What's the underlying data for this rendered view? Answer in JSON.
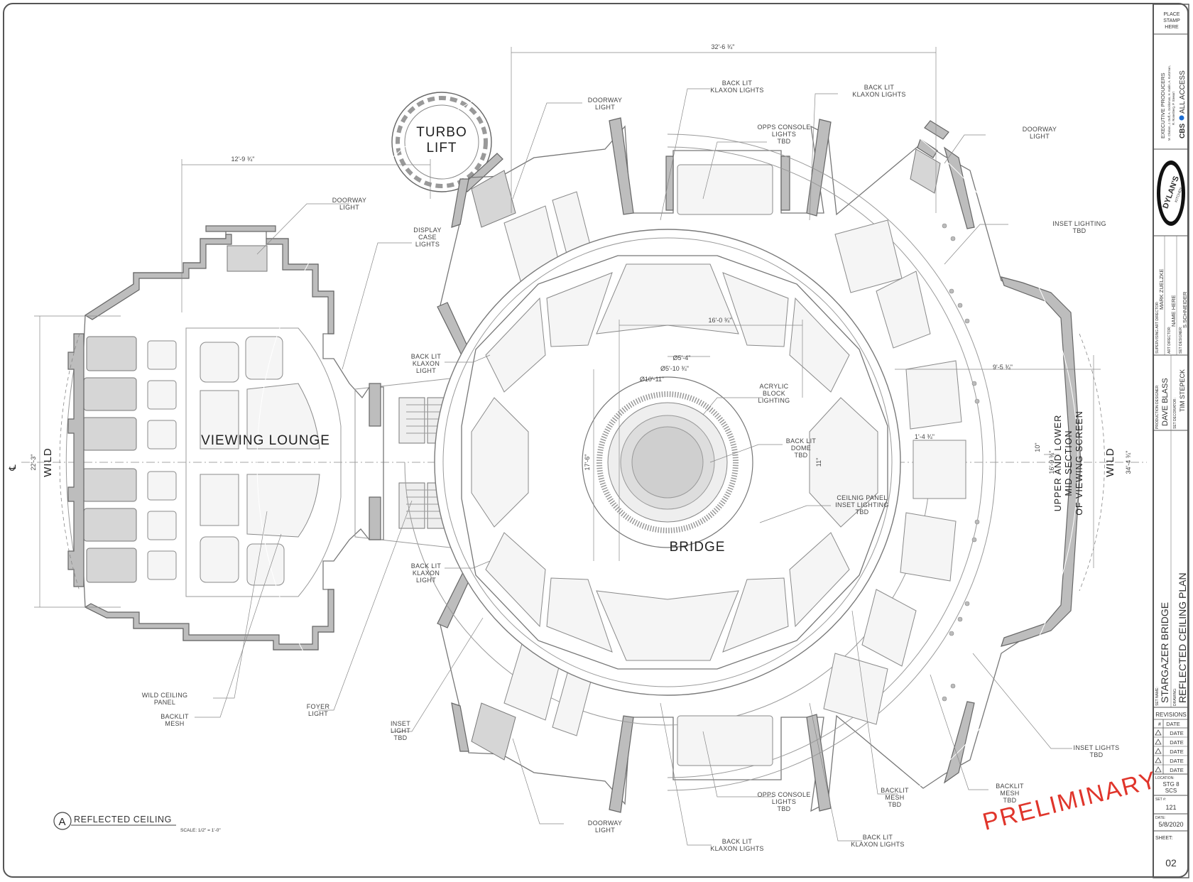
{
  "sheet": {
    "rooms": {
      "viewing_lounge": "VIEWING LOUNGE",
      "bridge": "BRIDGE",
      "turbo": "TURBO",
      "lift": "LIFT"
    },
    "wild_left": "WILD",
    "wild_right": "WILD",
    "viewing_screen": [
      "UPPER AND LOWER",
      "MID SECTION",
      "OF VIEWING SCREEN"
    ],
    "callouts": {
      "doorway_light_lounge": [
        "DOORWAY",
        "LIGHT"
      ],
      "display_case_lights": [
        "DISPLAY",
        "CASE",
        "LIGHTS"
      ],
      "back_lit_klaxon_left_upper": [
        "BACK LIT",
        "KLAXON",
        "LIGHT"
      ],
      "back_lit_klaxon_left_lower": [
        "BACK LIT",
        "KLAXON",
        "LIGHT"
      ],
      "doorway_light_turbo": [
        "DOORWAY",
        "LIGHT"
      ],
      "back_lit_klaxon_top1": [
        "BACK LIT",
        "KLAXON LIGHTS"
      ],
      "back_lit_klaxon_top2": [
        "BACK LIT",
        "KLAXON LIGHTS"
      ],
      "opps_console_top": [
        "OPPS CONSOLE",
        "LIGHTS",
        "TBD"
      ],
      "doorway_light_right": [
        "DOORWAY",
        "LIGHT"
      ],
      "inset_lighting_tbd": [
        "INSET LIGHTING",
        "TBD"
      ],
      "acrylic_block": [
        "ACRYLIC",
        "BLOCK",
        "LIGHTING"
      ],
      "back_lit_dome": [
        "BACK LIT",
        "DOME",
        "TBD"
      ],
      "ceiling_panel_inset": [
        "CEILNIG PANEL",
        "INSET LIGHTING",
        "TBD"
      ],
      "wild_ceiling_panel": [
        "WILD CEILING",
        "PANEL"
      ],
      "backlit_mesh_lounge": [
        "BACKLIT",
        "MESH"
      ],
      "foyer_light": [
        "FOYER",
        "LIGHT"
      ],
      "inset_light_tbd": [
        "INSET",
        "LIGHT",
        "TBD"
      ],
      "doorway_light_bottom": [
        "DOORWAY",
        "LIGHT"
      ],
      "back_lit_klaxon_bottom1": [
        "BACK LIT",
        "KLAXON LIGHTS"
      ],
      "back_lit_klaxon_bottom2": [
        "BACK LIT",
        "KLAXON LIGHTS"
      ],
      "opps_console_bottom": [
        "OPPS CONSOLE",
        "LIGHTS",
        "TBD"
      ],
      "backlit_mesh_bottom1": [
        "BACKLIT",
        "MESH",
        "TBD"
      ],
      "backlit_mesh_bottom2": [
        "BACKLIT",
        "MESH",
        "TBD"
      ],
      "inset_lights_tbd": [
        "INSET LIGHTS",
        "TBD"
      ]
    },
    "dimensions": {
      "top_width": "32'-6 ¾\"",
      "lounge_width": "12'-9 ¾\"",
      "lounge_height": "22'-3\"",
      "bridge_inner": "16'-0 ¾\"",
      "d1": "Ø5'-4\"",
      "d2": "Ø5'-10 ¾\"",
      "d3": "Ø10'-11\"",
      "bridge_height": "17'-6\"",
      "small_11": "11\"",
      "small_14": "1'-4 ¾\"",
      "r95": "9'-5 ¾\"",
      "r10": "10\"",
      "r169": "16'-9 ¾\"",
      "r344": "34'-4 ¾\""
    },
    "cl_left": "℄",
    "drawing_mark": "A",
    "drawing_title": "REFLECTED CEILING",
    "scale": "SCALE: 1/2\" = 1'-0\""
  },
  "title_block": {
    "stamp": [
      "PLACE",
      "STAMP",
      "HERE"
    ],
    "exec_producers_title": "EXECUTIVE PRODUCERS",
    "exec_producers_names": [
      "M. Chabon, J. Duff, A. Goldsman, H. Kadin, A. Kurtzman,",
      "R. Rosenberg, P. Stewart"
    ],
    "network": "CBS",
    "network_service": "ALL ACCESS",
    "logo_text": "DYLAN'S",
    "logo_sub": "KITCHEN",
    "supervising_art_director_label": "SUPERVISING ART DIRECTOR:",
    "supervising_art_director": "MARK ZUELZKE",
    "art_director_label": "ART DIRECTOR:",
    "art_director": "NAME HERE",
    "set_designer_label": "SET DESIGNER:",
    "set_designer": "S.SCHNEIDER",
    "production_designer_label": "PRODUCTION DESIGNER:",
    "production_designer": "DAVE BLASS",
    "set_decorator_label": "SET DECORATOR:",
    "set_decorator": "TIM STEPECK",
    "set_name_label": "SET NAME:",
    "set_name": "STARGAZER BRIDGE",
    "drawing_label": "DRAWING:",
    "drawing_name": "REFLECTED CEILING PLAN",
    "revisions_label": "REVISIONS",
    "rev_hash": "#",
    "rev_date_header": "DATE",
    "revisions": [
      "DATE",
      "DATE",
      "DATE",
      "DATE",
      "DATE"
    ],
    "location_label": "LOCATION:",
    "location": [
      "STG 8",
      "SCS"
    ],
    "set_no_label": "SET #:",
    "set_no": "121",
    "date_label": "DATE:",
    "date": "5/8/2020",
    "sheet_label": "SHEET:",
    "sheet": "02"
  },
  "stamp_overlay": "PRELIMINARY"
}
